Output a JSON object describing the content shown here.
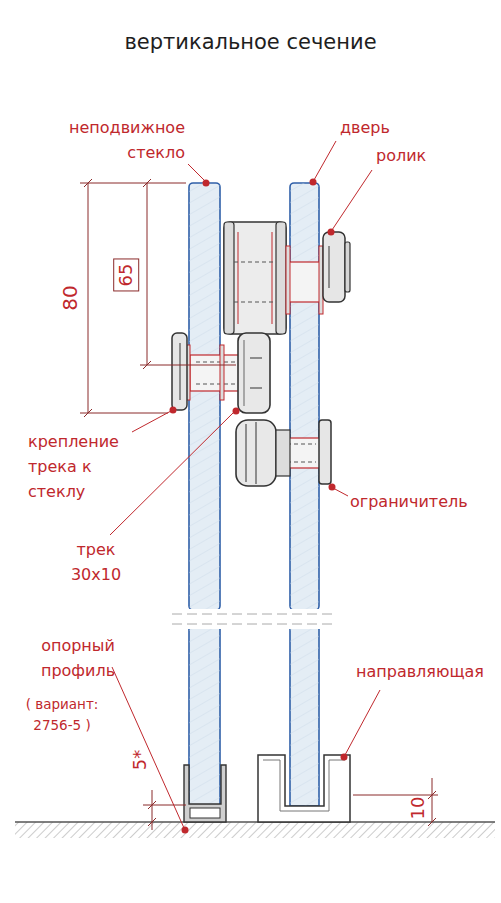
{
  "diagram": {
    "title": "вертикальное сечение",
    "labels": [
      "неподвижное стекло",
      "дверь",
      "ролик",
      "80",
      "65",
      "крепление трека к стеклу",
      "трек 30x10",
      "ограничитель",
      "опорный профиль",
      "( вариант: 2756-5 )",
      "направляющая",
      "5*",
      "10"
    ]
  }
}
